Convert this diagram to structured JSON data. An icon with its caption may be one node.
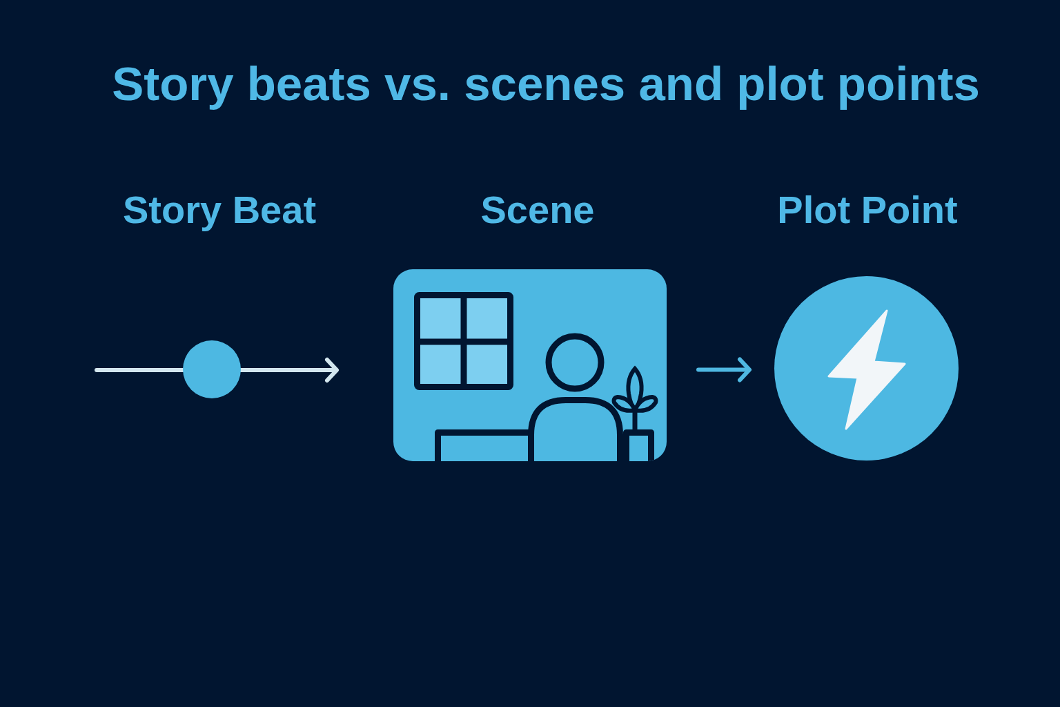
{
  "diagram": {
    "title": "Story beats vs. scenes and plot points",
    "nodes": [
      {
        "text": [],
        "shape": "circle"
      },
      {
        "text": [],
        "shape": "picture"
      },
      {
        "text": [],
        "shape": "circle"
      }
    ],
    "edges": [
      {
        "from": 0,
        "to": 1,
        "arrow": "to",
        "color": "#d3e6ee"
      },
      {
        "from": 1,
        "to": 2,
        "arrow": "to",
        "color": "#4fb8e2"
      }
    ],
    "labels": [
      "Story Beat",
      "Scene",
      "Plot Point"
    ]
  }
}
